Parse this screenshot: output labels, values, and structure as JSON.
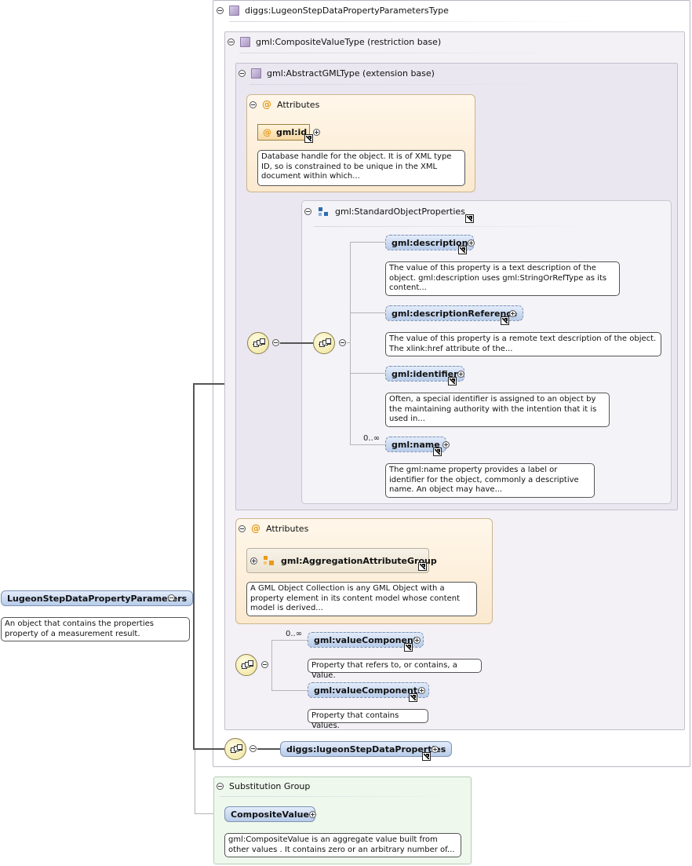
{
  "complex_type": {
    "title": "diggs:LugeonStepDataPropertyParametersType"
  },
  "restriction_base": {
    "title": "gml:CompositeValueType (restriction base)"
  },
  "extension_base": {
    "title": "gml:AbstractGMLType (extension base)"
  },
  "gml_attributes": {
    "header": "Attributes",
    "attr_name": "gml:id",
    "attr_doc": "Database handle for the object. It is of XML type ID, so is constrained to be unique in the XML document within which..."
  },
  "standard_object_properties": {
    "title": "gml:StandardObjectProperties",
    "elements": [
      {
        "name": "gml:description",
        "doc": "The value of this property is a text description of the object. gml:description uses gml:StringOrRefType as its content..."
      },
      {
        "name": "gml:descriptionReference",
        "doc": "The value of this property is a remote text description of the object. The xlink:href attribute of the..."
      },
      {
        "name": "gml:identifier",
        "doc": "Often, a special identifier is assigned to an object by the maintaining authority with the intention that it is used in..."
      },
      {
        "name": "gml:name",
        "occurs": "0..∞",
        "doc": "The gml:name property provides a label or identifier for the object, commonly a descriptive name. An object may have..."
      }
    ]
  },
  "composite_attributes": {
    "header": "Attributes",
    "group_name": "gml:AggregationAttributeGroup",
    "group_doc": "A GML Object Collection is any GML Object with a property element in its content model whose content model is derived..."
  },
  "value_choice": {
    "elements": [
      {
        "name": "gml:valueComponent",
        "occurs": "0..∞",
        "doc": "Property that refers to, or contains, a Value."
      },
      {
        "name": "gml:valueComponents",
        "doc": "Property that contains Values."
      }
    ]
  },
  "lugeon_property": {
    "name": "diggs:lugeonStepDataProperties"
  },
  "root_element": {
    "name": "LugeonStepDataPropertyParameters",
    "doc": "An object that contains the properties property of a measurement result."
  },
  "substitution_group": {
    "header": "Substitution Group",
    "name": "CompositeValue",
    "doc": "gml:CompositeValue is an aggregate value built from other values . It contains zero or an arbitrary number of..."
  },
  "colors": {
    "element_fill": "#c9d8f0",
    "attributes_fill": "#fdf1de",
    "substitution_fill": "#eef8ec",
    "base_fill": "#eae7f0"
  }
}
